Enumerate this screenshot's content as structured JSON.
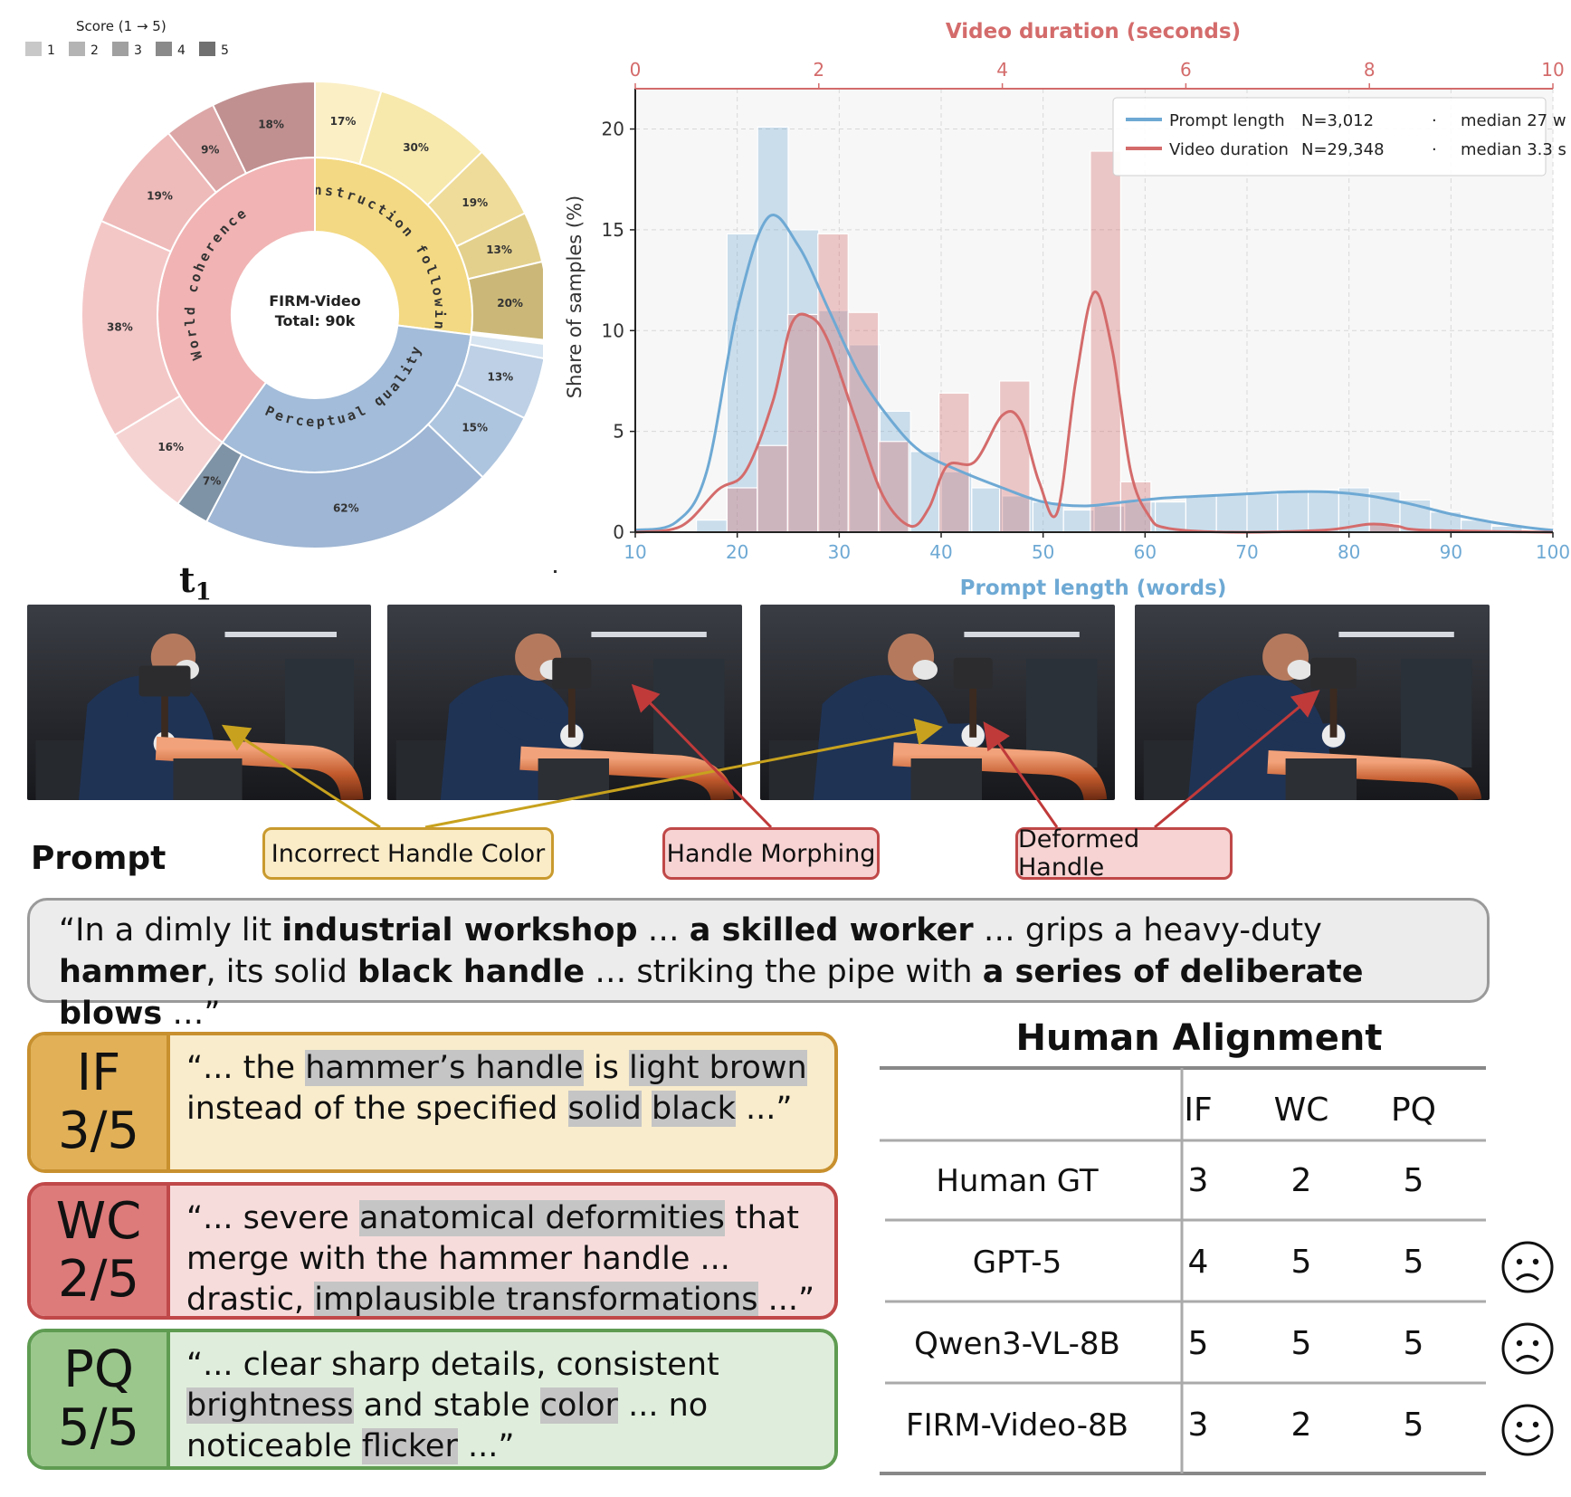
{
  "sunburst": {
    "legend_title": "Score  (1 → 5)",
    "legend": [
      {
        "label": "1",
        "color": "#c8c8c8"
      },
      {
        "label": "2",
        "color": "#b4b4b4"
      },
      {
        "label": "3",
        "color": "#a0a0a0"
      },
      {
        "label": "4",
        "color": "#8a8a8a"
      },
      {
        "label": "5",
        "color": "#707070"
      }
    ],
    "center_title": "FIRM-Video",
    "center_total": "Total: 90k",
    "categories": [
      {
        "name": "Instruction following",
        "share": 0.27,
        "color": "#f3d983",
        "scores": [
          {
            "label": "17%",
            "pct": 17,
            "color": "#fbefc6"
          },
          {
            "label": "30%",
            "pct": 30,
            "color": "#f7e8ac"
          },
          {
            "label": "19%",
            "pct": 19,
            "color": "#efdc9a"
          },
          {
            "label": "13%",
            "pct": 13,
            "color": "#e3d08c"
          },
          {
            "label": "20%",
            "pct": 20,
            "color": "#cbb878"
          }
        ]
      },
      {
        "name": "Perceptual quality",
        "share": 0.33,
        "color": "#a2bcd9",
        "scores": [
          {
            "label": "",
            "pct": 3,
            "color": "#d6e3f0"
          },
          {
            "label": "13%",
            "pct": 13,
            "color": "#bdd0e5"
          },
          {
            "label": "15%",
            "pct": 15,
            "color": "#aec5df"
          },
          {
            "label": "62%",
            "pct": 62,
            "color": "#9fb6d4"
          },
          {
            "label": "7%",
            "pct": 7,
            "color": "#7f93a6"
          }
        ]
      },
      {
        "name": "World coherence",
        "share": 0.4,
        "color": "#f1b3b3",
        "scores": [
          {
            "label": "16%",
            "pct": 16,
            "color": "#f6d3d3"
          },
          {
            "label": "38%",
            "pct": 38,
            "color": "#f4c7c7"
          },
          {
            "label": "19%",
            "pct": 19,
            "color": "#efbaba"
          },
          {
            "label": "9%",
            "pct": 9,
            "color": "#dca6a6"
          },
          {
            "label": "18%",
            "pct": 18,
            "color": "#c09090"
          }
        ]
      }
    ]
  },
  "chart_data": {
    "type": "bar",
    "ylabel": "Share of samples (%)",
    "xlabel": "Prompt length (words)",
    "x2label": "Video duration (seconds)",
    "xlim": [
      10,
      100
    ],
    "x2lim": [
      0,
      10
    ],
    "ylim": [
      0,
      22
    ],
    "xticks": [
      10,
      20,
      30,
      40,
      50,
      60,
      70,
      80,
      90,
      100
    ],
    "x2ticks": [
      0,
      2,
      4,
      6,
      8,
      10
    ],
    "yticks": [
      0,
      5,
      10,
      15,
      20
    ],
    "grid": true,
    "legend_position": "top-right",
    "series": [
      {
        "name": "Prompt length",
        "n_label": "N=3,012",
        "median_label": "median 27 w",
        "color": "#6ea9d4",
        "bin_width": 3,
        "bins": [
          [
            16,
            0.6
          ],
          [
            19,
            14.8
          ],
          [
            22,
            20.1
          ],
          [
            25,
            15.0
          ],
          [
            28,
            11.0
          ],
          [
            31,
            9.3
          ],
          [
            34,
            6.0
          ],
          [
            37,
            4.0
          ],
          [
            40,
            3.0
          ],
          [
            43,
            2.2
          ],
          [
            46,
            1.8
          ],
          [
            49,
            1.5
          ],
          [
            52,
            1.1
          ],
          [
            55,
            1.3
          ],
          [
            58,
            1.5
          ],
          [
            61,
            1.5
          ],
          [
            64,
            1.8
          ],
          [
            67,
            1.9
          ],
          [
            70,
            1.9
          ],
          [
            73,
            2.0
          ],
          [
            76,
            2.1
          ],
          [
            79,
            2.2
          ],
          [
            82,
            2.0
          ],
          [
            85,
            1.6
          ],
          [
            88,
            1.0
          ],
          [
            91,
            0.6
          ],
          [
            94,
            0.3
          ],
          [
            97,
            0.1
          ]
        ],
        "kde": [
          [
            10,
            0.1
          ],
          [
            14,
            0.5
          ],
          [
            17,
            3.0
          ],
          [
            20,
            11.0
          ],
          [
            23,
            15.6
          ],
          [
            26,
            14.2
          ],
          [
            29,
            11.0
          ],
          [
            32,
            7.8
          ],
          [
            35,
            5.6
          ],
          [
            38,
            4.0
          ],
          [
            42,
            3.0
          ],
          [
            46,
            2.2
          ],
          [
            50,
            1.5
          ],
          [
            54,
            1.3
          ],
          [
            58,
            1.5
          ],
          [
            62,
            1.7
          ],
          [
            66,
            1.8
          ],
          [
            70,
            1.9
          ],
          [
            74,
            2.0
          ],
          [
            78,
            2.0
          ],
          [
            82,
            1.8
          ],
          [
            86,
            1.4
          ],
          [
            90,
            0.9
          ],
          [
            94,
            0.5
          ],
          [
            98,
            0.2
          ],
          [
            100,
            0.1
          ]
        ]
      },
      {
        "name": "Video duration",
        "n_label": "N=29,348",
        "median_label": "median 3.3 s",
        "color": "#d46b6b",
        "bin_width": 0.33,
        "bins": [
          [
            1.0,
            2.2
          ],
          [
            1.33,
            4.3
          ],
          [
            1.66,
            10.8
          ],
          [
            1.99,
            14.8
          ],
          [
            2.32,
            10.9
          ],
          [
            2.65,
            4.5
          ],
          [
            3.31,
            6.9
          ],
          [
            3.97,
            7.5
          ],
          [
            4.96,
            18.9
          ],
          [
            5.29,
            2.5
          ],
          [
            8.0,
            0.4
          ]
        ],
        "kde": [
          [
            0.0,
            0.0
          ],
          [
            0.5,
            0.3
          ],
          [
            0.9,
            2.1
          ],
          [
            1.2,
            3.0
          ],
          [
            1.5,
            6.5
          ],
          [
            1.7,
            10.3
          ],
          [
            1.9,
            10.7
          ],
          [
            2.1,
            9.5
          ],
          [
            2.4,
            5.6
          ],
          [
            2.7,
            1.8
          ],
          [
            3.0,
            0.3
          ],
          [
            3.2,
            1.2
          ],
          [
            3.4,
            3.3
          ],
          [
            3.7,
            3.5
          ],
          [
            4.0,
            5.8
          ],
          [
            4.2,
            5.5
          ],
          [
            4.4,
            2.5
          ],
          [
            4.6,
            1.0
          ],
          [
            4.8,
            7.5
          ],
          [
            5.0,
            11.9
          ],
          [
            5.2,
            9.0
          ],
          [
            5.4,
            3.0
          ],
          [
            5.6,
            0.8
          ],
          [
            5.8,
            0.2
          ],
          [
            6.5,
            0.0
          ],
          [
            7.5,
            0.1
          ],
          [
            8.0,
            0.4
          ],
          [
            8.3,
            0.3
          ],
          [
            8.6,
            0.1
          ],
          [
            10.0,
            0.0
          ]
        ]
      }
    ]
  },
  "frames": {
    "first_frame_label": "t",
    "first_frame_sub": "1"
  },
  "callouts": [
    {
      "text": "Incorrect Handle Color",
      "fill": "#fbecc8",
      "stroke": "#c99a2e"
    },
    {
      "text": "Handle Morphing",
      "fill": "#f7d3d3",
      "stroke": "#c04848"
    },
    {
      "text": "Deformed Handle",
      "fill": "#f7d3d3",
      "stroke": "#c04848"
    }
  ],
  "prompt": {
    "heading": "Prompt",
    "parts": [
      {
        "t": "“In a dimly lit ",
        "b": false
      },
      {
        "t": "industrial workshop",
        "b": true
      },
      {
        "t": " … ",
        "b": false
      },
      {
        "t": "a skilled worker",
        "b": true
      },
      {
        "t": " … grips a heavy-duty ",
        "b": false
      },
      {
        "t": "hammer",
        "b": true
      },
      {
        "t": ", its solid ",
        "b": false
      },
      {
        "t": "black handle",
        "b": true
      },
      {
        "t": " … striking the pipe with ",
        "b": false
      },
      {
        "t": "a series of deliberate blows",
        "b": true
      },
      {
        "t": " …”",
        "b": false
      }
    ]
  },
  "scores": [
    {
      "tag": "IF",
      "score": "3/5",
      "bg": "#f8eccc",
      "tab": "#e1b057",
      "border": "#c8902e",
      "parts": [
        [
          "“... the ",
          0
        ],
        [
          "hammer’s handle",
          1
        ],
        [
          " is ",
          0
        ],
        [
          "light brown",
          1
        ],
        [
          " instead of the specified ",
          0
        ],
        [
          "solid",
          1
        ],
        [
          " ",
          0
        ],
        [
          "black",
          1
        ],
        [
          " ...”",
          0
        ]
      ]
    },
    {
      "tag": "WC",
      "score": "2/5",
      "bg": "#f7dcdc",
      "tab": "#dd7a7a",
      "border": "#c04848",
      "parts": [
        [
          "“... severe ",
          0
        ],
        [
          "anatomical deformities",
          1
        ],
        [
          " that merge with the hammer handle ... drastic, ",
          0
        ],
        [
          "implausible transformations",
          1
        ],
        [
          " ...”",
          0
        ]
      ]
    },
    {
      "tag": "PQ",
      "score": "5/5",
      "bg": "#dfeedc",
      "tab": "#9bc78c",
      "border": "#5f9c52",
      "parts": [
        [
          "“... clear sharp details, consistent ",
          0
        ],
        [
          "brightness",
          1
        ],
        [
          " and stable ",
          0
        ],
        [
          "color",
          1
        ],
        [
          " ... no noticeable ",
          0
        ],
        [
          "flicker",
          1
        ],
        [
          " ...”",
          0
        ]
      ]
    }
  ],
  "alignment": {
    "title": "Human Alignment",
    "columns": [
      "IF",
      "WC",
      "PQ"
    ],
    "rows": [
      {
        "model": "Human GT",
        "values": [
          "3",
          "2",
          "5"
        ],
        "face": ""
      },
      {
        "model": "GPT-5",
        "values": [
          "4",
          "5",
          "5"
        ],
        "face": "sad"
      },
      {
        "model": "Qwen3-VL-8B",
        "values": [
          "5",
          "5",
          "5"
        ],
        "face": "sad"
      },
      {
        "model": "FIRM-Video-8B",
        "values": [
          "3",
          "2",
          "5"
        ],
        "face": "happy"
      }
    ]
  }
}
